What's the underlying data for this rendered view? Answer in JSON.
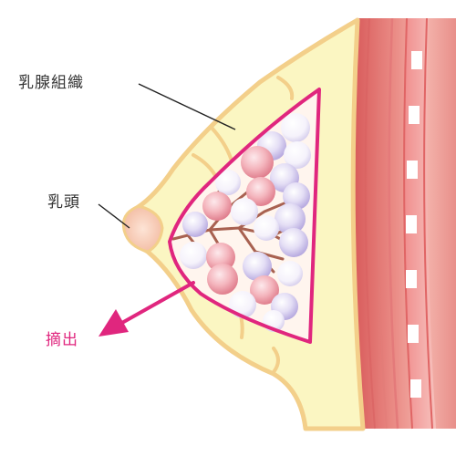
{
  "labels": {
    "mammary_tissue": "乳腺組織",
    "nipple": "乳頭",
    "excision": "摘出"
  },
  "colors": {
    "skin_fill": "#fbf6c2",
    "skin_outline": "#f3cf8a",
    "nipple": "#f7c8b2",
    "muscle": "#e47a7a",
    "muscle_dark": "#c94c4c",
    "muscle_light": "#f6c0b8",
    "ribs": "#ffffff",
    "excision_outline": "#e0267e",
    "gland_pink": "#e98d98",
    "gland_purple": "#c7bce8",
    "duct": "#a86150",
    "label_text": "#333333",
    "leader_line": "#222222"
  },
  "icons": {
    "excision_arrow": "arrow-down-left-icon"
  }
}
